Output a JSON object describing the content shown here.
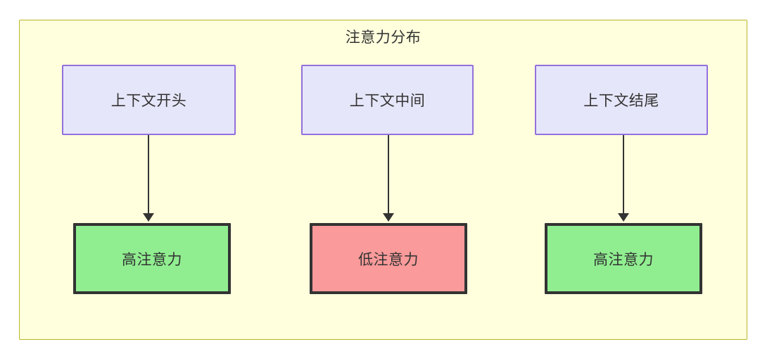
{
  "diagram": {
    "title": "注意力分布",
    "background_color": "#ffffff",
    "container": {
      "fill": "#ffffdd",
      "stroke": "#bbb529"
    },
    "top_nodes": [
      {
        "label": "上下文开头",
        "fill": "#e6e6fa",
        "stroke": "#9370db"
      },
      {
        "label": "上下文中间",
        "fill": "#e6e6fa",
        "stroke": "#9370db"
      },
      {
        "label": "上下文结尾",
        "fill": "#e6e6fa",
        "stroke": "#9370db"
      }
    ],
    "bottom_nodes": [
      {
        "label": "高注意力",
        "fill": "#90ee90",
        "stroke": "#333333"
      },
      {
        "label": "低注意力",
        "fill": "#fa9a9a",
        "stroke": "#333333"
      },
      {
        "label": "高注意力",
        "fill": "#90ee90",
        "stroke": "#333333"
      }
    ],
    "edges": [
      {
        "from": "上下文开头",
        "to": "高注意力"
      },
      {
        "from": "上下文中间",
        "to": "低注意力"
      },
      {
        "from": "上下文结尾",
        "to": "高注意力"
      }
    ]
  }
}
